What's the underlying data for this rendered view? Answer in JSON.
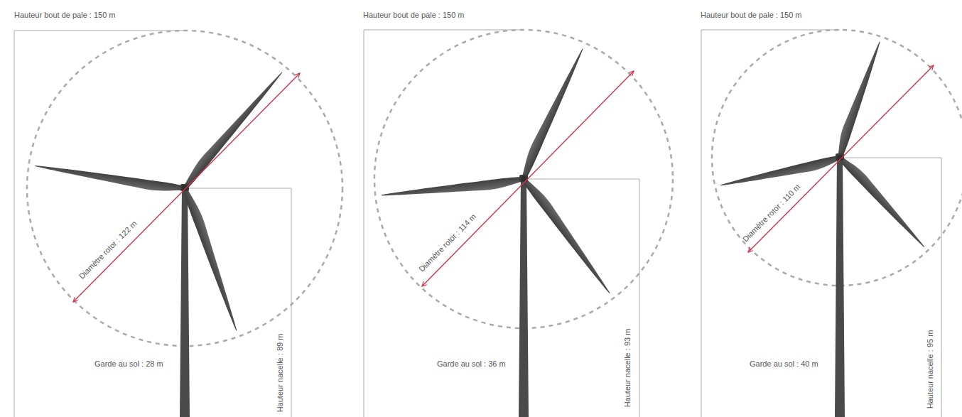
{
  "diagram": {
    "labels": [
      "Hauteur bout de pale : 150 m",
      "Diamètre rotor : 122 m",
      "Garde au sol : 28 m",
      "Hauteur nacelle : 89 m",
      "Hauteur bout de pale : 150 m",
      "Diamètre rotor : 114 m",
      "Garde au sol : 36 m",
      "Hauteur nacelle : 93 m",
      "Hauteur bout de pale : 150 m",
      "Diamètre rotor : 110 m",
      "Garde au sol : 40 m",
      "Hauteur nacelle : 95 m"
    ]
  }
}
